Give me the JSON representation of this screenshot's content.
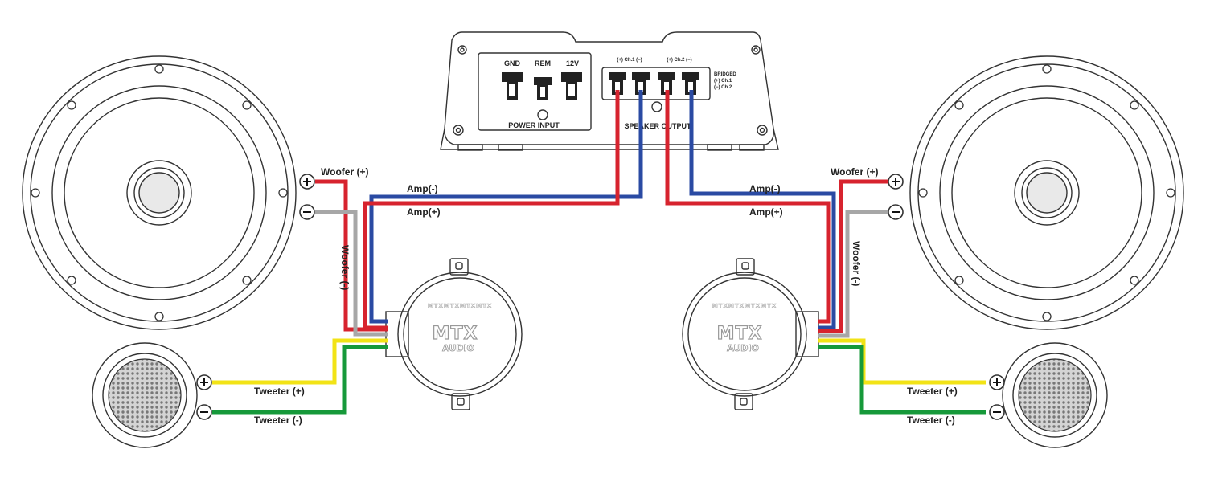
{
  "colors": {
    "positive": "#d7232e",
    "negative": "#2a4aa3",
    "woofer_negative": "#a7a7a7",
    "tweeter_positive": "#f2e316",
    "tweeter_negative": "#16993a",
    "outline": "#333333"
  },
  "amplifier": {
    "power_terminals": [
      "GND",
      "REM",
      "12V"
    ],
    "power_input_label": "POWER INPUT",
    "ch1_label": "(+) Ch.1 (−)",
    "ch2_label": "(+) Ch.2 (−)",
    "speaker_output_label": "SPEAKER OUTPUT",
    "bridged": {
      "title": "BRIDGED",
      "line1": "(+) Ch.1",
      "line2": "(−) Ch.2"
    }
  },
  "crossover": {
    "logo_main": "MTX",
    "logo_sub": "AUDIO",
    "arc_text": "MTXMTXMTXMTX"
  },
  "left": {
    "woofer_pos_label": "Woofer (+)",
    "woofer_neg_label": "Woofer (-)",
    "amp_neg_label": "Amp(-)",
    "amp_pos_label": "Amp(+)",
    "tweeter_pos_label": "Tweeter (+)",
    "tweeter_neg_label": "Tweeter (-)"
  },
  "right": {
    "woofer_pos_label": "Woofer (+)",
    "woofer_neg_label": "Woofer (-)",
    "amp_neg_label": "Amp(-)",
    "amp_pos_label": "Amp(+)",
    "tweeter_pos_label": "Tweeter (+)",
    "tweeter_neg_label": "Tweeter (-)"
  },
  "terminal_symbols": {
    "plus": "+",
    "minus": "−"
  }
}
